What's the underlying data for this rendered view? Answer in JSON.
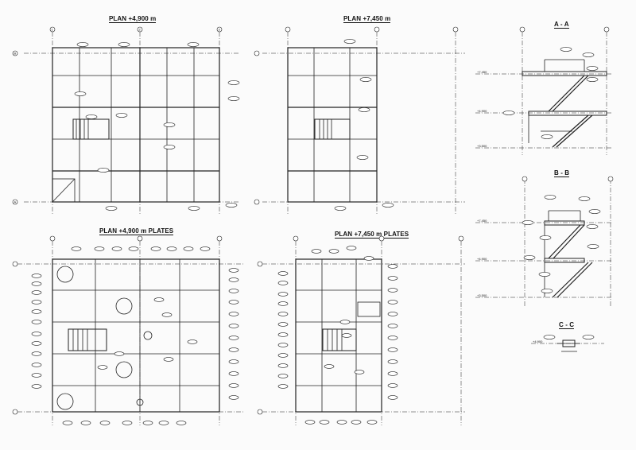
{
  "titles": {
    "plan_4900": "PLAN +4,900 m",
    "plan_7450": "PLAN +7,450 m",
    "section_aa": "A - A",
    "section_bb": "B - B",
    "plan_4900_plates": "PLAN +4,900 m PLATES",
    "plan_7450_plates": "PLAN +7,450 m PLATES",
    "section_cc": "C - C"
  },
  "levels": {
    "aa": [
      "+7,450",
      "+4,900",
      "+3,500"
    ],
    "bb": [
      "+7,450",
      "+4,900",
      "+3,500"
    ],
    "cc": [
      "+4,900"
    ]
  },
  "grid_labels": {
    "cols": [
      "1",
      "2",
      "3"
    ],
    "rows": [
      "B",
      "A"
    ]
  }
}
